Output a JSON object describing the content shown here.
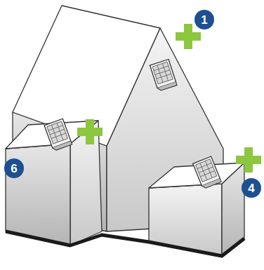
{
  "diagram": {
    "labels": [
      "1",
      "6",
      "4"
    ]
  }
}
